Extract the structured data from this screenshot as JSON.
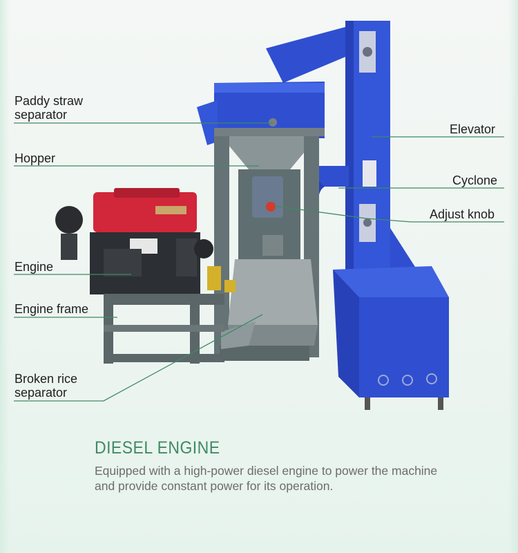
{
  "labels": {
    "paddy_straw_separator": "Paddy straw separator",
    "hopper": "Hopper",
    "engine": "Engine",
    "engine_frame": "Engine frame",
    "broken_rice_separator": "Broken rice separator",
    "elevator": "Elevator",
    "cyclone": "Cyclone",
    "adjust_knob": "Adjust knob"
  },
  "section": {
    "title": "DIESEL ENGINE",
    "description": "Equipped with a high-power diesel engine to power the machine and provide constant power for its operation."
  },
  "colors": {
    "machine_blue": "#2f4fd0",
    "frame_grey": "#5f6e70",
    "engine_red": "#d2263a",
    "leader_line": "#3f8a63",
    "heading": "#3f8a63"
  }
}
